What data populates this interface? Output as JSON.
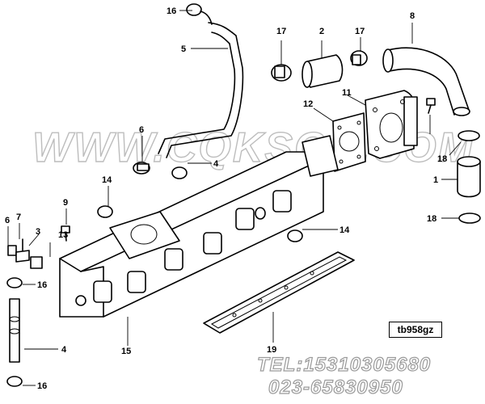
{
  "diagram": {
    "watermark": "WWW.CQKSGS.COM",
    "reference_code": "tb958gz",
    "contact_phone": "TEL:15310305680",
    "contact_phone_2": "023-65830950",
    "callouts": [
      "16",
      "5",
      "17",
      "2",
      "17",
      "8",
      "12",
      "11",
      "6",
      "4",
      "18",
      "14",
      "1",
      "9",
      "18",
      "14",
      "6",
      "7",
      "3",
      "13",
      "16",
      "15",
      "4",
      "19",
      "16"
    ],
    "colors": {
      "line": "#000000",
      "background": "#ffffff",
      "watermark_outline": "#bdbdbd"
    }
  }
}
